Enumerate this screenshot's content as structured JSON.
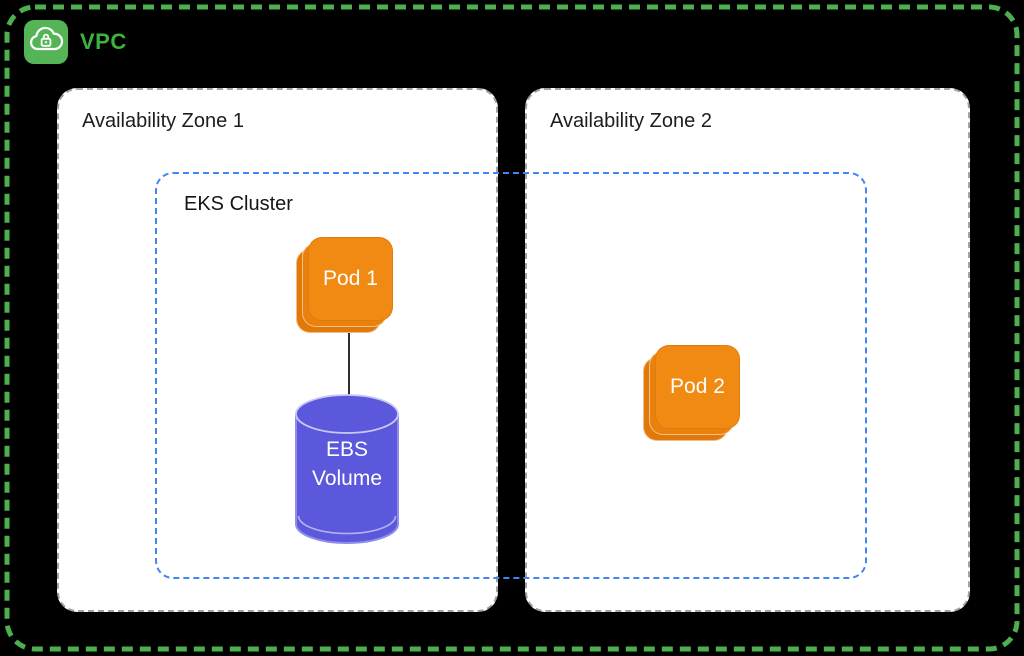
{
  "canvas": {
    "background": "#000000"
  },
  "vpc": {
    "label": "VPC",
    "label_color": "#3db33d",
    "border_color": "#4caf50",
    "icon": {
      "name": "cloud-lock-icon",
      "background": "#55b455",
      "glyph_color": "#ffffff"
    }
  },
  "zones": {
    "az1": {
      "label": "Availability Zone 1",
      "border_color": "#a3a3a3",
      "background": "#ffffff"
    },
    "az2": {
      "label": "Availability Zone 2",
      "border_color": "#a3a3a3",
      "background": "#ffffff"
    }
  },
  "eks_cluster": {
    "label": "EKS Cluster",
    "border_color": "#4285f4"
  },
  "pods": {
    "pod1": {
      "label": "Pod 1",
      "color": "#f18a12",
      "zone": "Availability Zone 1"
    },
    "pod2": {
      "label": "Pod 2",
      "color": "#f18a12",
      "zone": "Availability Zone 2"
    }
  },
  "ebs": {
    "label": [
      "EBS",
      "Volume"
    ],
    "color": "#5b58dc"
  },
  "connector": {
    "from": "Pod 1",
    "to": "EBS Volume",
    "color": "#2f2f2f"
  }
}
